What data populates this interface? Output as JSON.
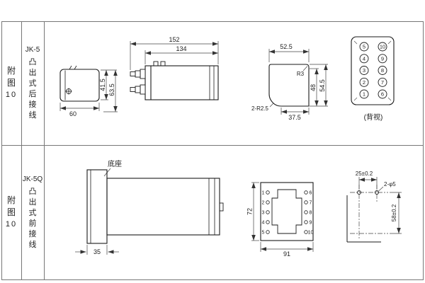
{
  "sidebar": {
    "rows": [
      {
        "fig": [
          "附",
          "图",
          "10"
        ],
        "model": "JK-5",
        "type": [
          "凸",
          "出",
          "式",
          "后",
          "接",
          "线"
        ]
      },
      {
        "fig": [
          "附",
          "图",
          "10"
        ],
        "model": "JK-5Q",
        "type": [
          "凸",
          "出",
          "式",
          "前",
          "接",
          "线"
        ]
      }
    ]
  },
  "top_row": {
    "front_view": {
      "width": "60",
      "inner_height": "41.5",
      "total_height": "63.5"
    },
    "side_view": {
      "total_length": "152",
      "body_length": "134"
    },
    "section_view": {
      "top_width": "52.5",
      "corner_radius": "R3",
      "inner_height": "48",
      "total_height": "54.5",
      "bottom_width": "37.5",
      "step_radius": "2-R2.5"
    },
    "rear_view": {
      "caption": "(背视)",
      "terminals_left": [
        "5",
        "4",
        "3",
        "2",
        "1"
      ],
      "terminals_right": [
        "10",
        "9",
        "8",
        "7",
        "6"
      ]
    }
  },
  "bottom_row": {
    "base_label": "底座",
    "flange_thickness": "35",
    "cutout_view": {
      "height": "72",
      "width": "91",
      "terminals_left": [
        "1",
        "2",
        "3",
        "4",
        "5"
      ],
      "terminals_right": [
        "6",
        "7",
        "8",
        "9",
        "10"
      ]
    },
    "drill_view": {
      "hole_spacing": "25±0.2",
      "hole_spec": "2-φ5",
      "row_offset": "58±0.2"
    }
  }
}
